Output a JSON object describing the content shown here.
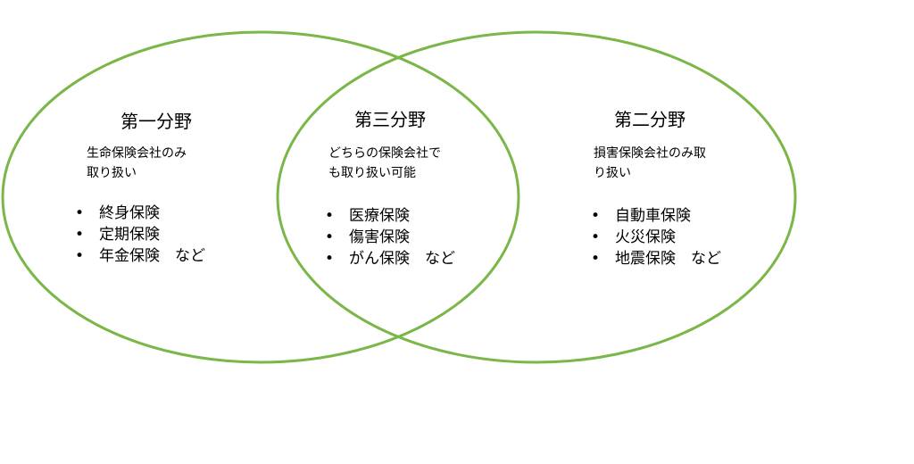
{
  "diagram": {
    "circle_color": "#7ab648",
    "fields": [
      {
        "title": "第一分野",
        "desc": [
          "生命保険会社のみ",
          "取り扱い"
        ],
        "items": [
          "終身保険",
          "定期保険",
          "年金保険　など"
        ]
      },
      {
        "title": "第三分野",
        "desc": [
          "どちらの保険会社で",
          "も取り扱い可能"
        ],
        "items": [
          "医療保険",
          "傷害保険",
          "がん保険　など"
        ]
      },
      {
        "title": "第二分野",
        "desc": [
          "損害保険会社のみ取",
          "り扱い"
        ],
        "items": [
          "自動車保険",
          "火災保険",
          "地震保険　など"
        ]
      }
    ]
  }
}
